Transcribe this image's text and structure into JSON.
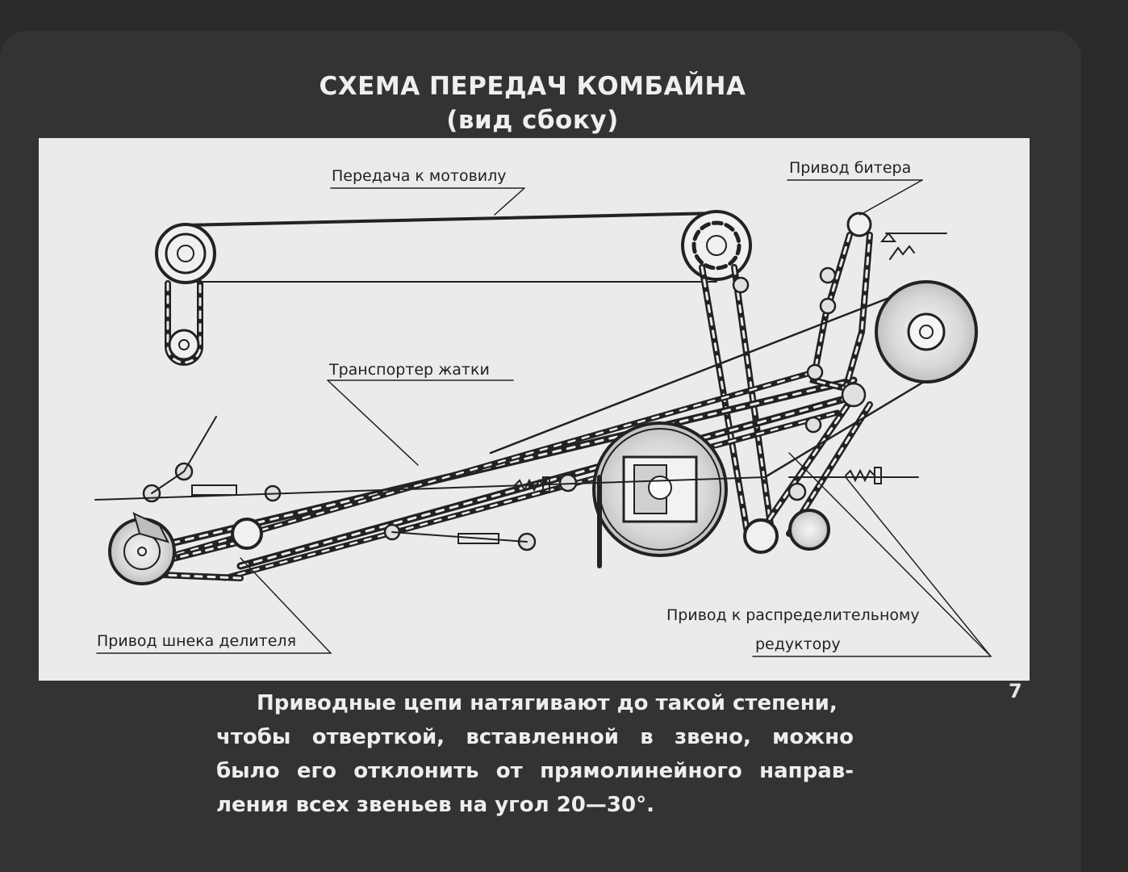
{
  "title": {
    "line1": "СХЕМА ПЕРЕДАЧ КОМБАЙНА",
    "line2": "(вид сбоку)"
  },
  "labels": {
    "reel_drive": "Передача к мотовилу",
    "beater_drive": "Привод битера",
    "header_conveyor": "Транспортер жатки",
    "divider_auger_drive": "Привод шнека делителя",
    "gearbox_drive_line1": "Привод к распределительному",
    "gearbox_drive_line2": "редуктору"
  },
  "page_number": "7",
  "caption": {
    "line1": "Приводные цепи натягивают до такой степени,",
    "line2": "чтобы отверткой, вставленной в звено, можно",
    "line3": "было его отклонить от прямолинейного направ-",
    "line4": "ления всех звеньев на угол 20—30°."
  },
  "colors": {
    "background": "#2a2a2a",
    "panel": "#ebebeb",
    "ink": "#222222",
    "text_light": "#eeeeee"
  }
}
